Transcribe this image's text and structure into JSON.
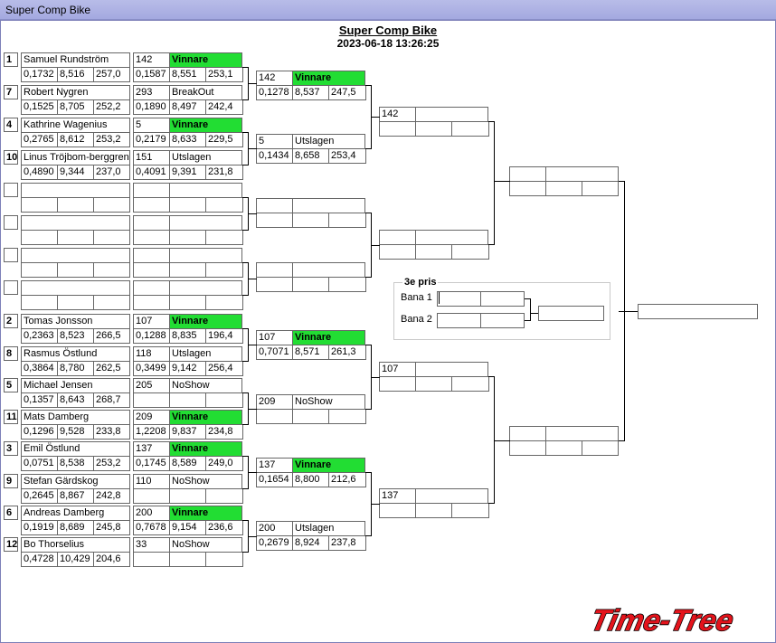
{
  "window_title": "Super Comp Bike",
  "header": {
    "title": "Super Comp Bike",
    "datetime": "2023-06-18 13:26:25"
  },
  "round1": [
    {
      "seed": "1",
      "name": "Samuel Rundström",
      "r": "0,1732",
      "et": "8,516",
      "mph": "257,0"
    },
    {
      "seed": "7",
      "name": "Robert Nygren",
      "r": "0,1525",
      "et": "8,705",
      "mph": "252,2"
    },
    {
      "seed": "4",
      "name": "Kathrine Wagenius",
      "r": "0,2765",
      "et": "8,612",
      "mph": "253,2"
    },
    {
      "seed": "10",
      "name": "Linus Tröjbom-berggren",
      "r": "0,4890",
      "et": "9,344",
      "mph": "237,0"
    },
    {
      "seed": "",
      "name": "",
      "r": "",
      "et": "",
      "mph": ""
    },
    {
      "seed": "",
      "name": "",
      "r": "",
      "et": "",
      "mph": ""
    },
    {
      "seed": "",
      "name": "",
      "r": "",
      "et": "",
      "mph": ""
    },
    {
      "seed": "",
      "name": "",
      "r": "",
      "et": "",
      "mph": ""
    },
    {
      "seed": "2",
      "name": "Tomas Jonsson",
      "r": "0,2363",
      "et": "8,523",
      "mph": "266,5"
    },
    {
      "seed": "8",
      "name": "Rasmus Östlund",
      "r": "0,3864",
      "et": "8,780",
      "mph": "262,5"
    },
    {
      "seed": "5",
      "name": "Michael Jensen",
      "r": "0,1357",
      "et": "8,643",
      "mph": "268,7"
    },
    {
      "seed": "11",
      "name": "Mats Damberg",
      "r": "0,1296",
      "et": "9,528",
      "mph": "233,8"
    },
    {
      "seed": "3",
      "name": "Emil Östlund",
      "r": "0,0751",
      "et": "8,538",
      "mph": "253,2"
    },
    {
      "seed": "9",
      "name": "Stefan Gärdskog",
      "r": "0,2645",
      "et": "8,867",
      "mph": "242,8"
    },
    {
      "seed": "6",
      "name": "Andreas Damberg",
      "r": "0,1919",
      "et": "8,689",
      "mph": "245,8"
    },
    {
      "seed": "12",
      "name": "Bo Thorselius",
      "r": "0,4728",
      "et": "10,429",
      "mph": "204,6"
    }
  ],
  "round2": [
    {
      "num": "142",
      "status": "Vinnare",
      "r": "0,1587",
      "et": "8,551",
      "mph": "253,1",
      "win": true
    },
    {
      "num": "293",
      "status": "BreakOut",
      "r": "0,1890",
      "et": "8,497",
      "mph": "242,4",
      "win": false
    },
    {
      "num": "5",
      "status": "Vinnare",
      "r": "0,2179",
      "et": "8,633",
      "mph": "229,5",
      "win": true
    },
    {
      "num": "151",
      "status": "Utslagen",
      "r": "0,4091",
      "et": "9,391",
      "mph": "231,8",
      "win": false
    },
    {
      "num": "",
      "status": "",
      "r": "",
      "et": "",
      "mph": "",
      "win": false
    },
    {
      "num": "",
      "status": "",
      "r": "",
      "et": "",
      "mph": "",
      "win": false
    },
    {
      "num": "",
      "status": "",
      "r": "",
      "et": "",
      "mph": "",
      "win": false
    },
    {
      "num": "",
      "status": "",
      "r": "",
      "et": "",
      "mph": "",
      "win": false
    },
    {
      "num": "107",
      "status": "Vinnare",
      "r": "0,1288",
      "et": "8,835",
      "mph": "196,4",
      "win": true
    },
    {
      "num": "118",
      "status": "Utslagen",
      "r": "0,3499",
      "et": "9,142",
      "mph": "256,4",
      "win": false
    },
    {
      "num": "205",
      "status": "NoShow",
      "r": "",
      "et": "",
      "mph": "",
      "win": false
    },
    {
      "num": "209",
      "status": "Vinnare",
      "r": "1,2208",
      "et": "9,837",
      "mph": "234,8",
      "win": true
    },
    {
      "num": "137",
      "status": "Vinnare",
      "r": "0,1745",
      "et": "8,589",
      "mph": "249,0",
      "win": true
    },
    {
      "num": "110",
      "status": "NoShow",
      "r": "",
      "et": "",
      "mph": "",
      "win": false
    },
    {
      "num": "200",
      "status": "Vinnare",
      "r": "0,7678",
      "et": "9,154",
      "mph": "236,6",
      "win": true
    },
    {
      "num": "33",
      "status": "NoShow",
      "r": "",
      "et": "",
      "mph": "",
      "win": false
    }
  ],
  "round3": [
    {
      "num": "142",
      "status": "Vinnare",
      "r": "0,1278",
      "et": "8,537",
      "mph": "247,5",
      "win": true
    },
    {
      "num": "5",
      "status": "Utslagen",
      "r": "0,1434",
      "et": "8,658",
      "mph": "253,4",
      "win": false
    },
    {
      "num": "",
      "status": "",
      "r": "",
      "et": "",
      "mph": "",
      "win": false
    },
    {
      "num": "",
      "status": "",
      "r": "",
      "et": "",
      "mph": "",
      "win": false
    },
    {
      "num": "107",
      "status": "Vinnare",
      "r": "0,7071",
      "et": "8,571",
      "mph": "261,3",
      "win": true
    },
    {
      "num": "209",
      "status": "NoShow",
      "r": "",
      "et": "",
      "mph": "",
      "win": false
    },
    {
      "num": "137",
      "status": "Vinnare",
      "r": "0,1654",
      "et": "8,800",
      "mph": "212,6",
      "win": true
    },
    {
      "num": "200",
      "status": "Utslagen",
      "r": "0,2679",
      "et": "8,924",
      "mph": "237,8",
      "win": false
    }
  ],
  "round4": [
    {
      "num": "142",
      "status": "",
      "r": "",
      "et": "",
      "mph": "",
      "win": false
    },
    {
      "num": "",
      "status": "",
      "r": "",
      "et": "",
      "mph": "",
      "win": false
    },
    {
      "num": "107",
      "status": "",
      "r": "",
      "et": "",
      "mph": "",
      "win": false
    },
    {
      "num": "137",
      "status": "",
      "r": "",
      "et": "",
      "mph": "",
      "win": false
    }
  ],
  "third_place": {
    "title": "3e pris",
    "lane1": "Bana 1",
    "lane2": "Bana 2"
  },
  "logo_text": "Time-Tree"
}
